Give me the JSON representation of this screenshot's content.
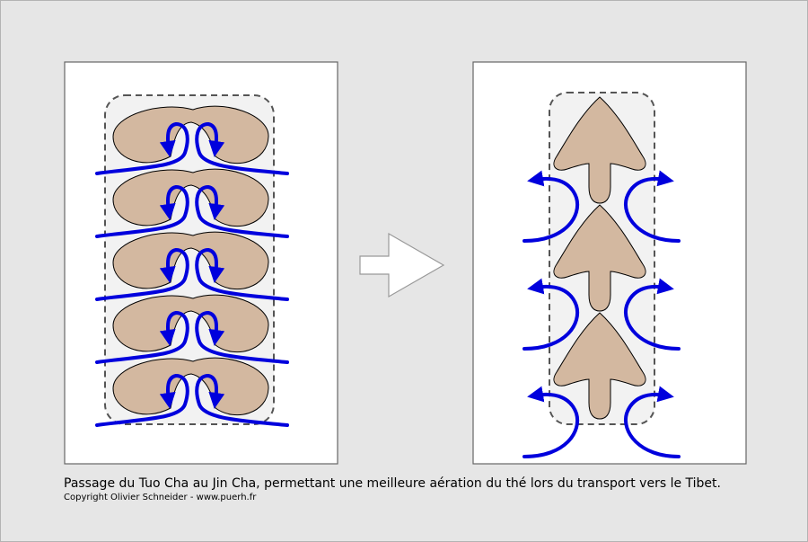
{
  "caption": "Passage du Tuo Cha au Jin Cha, permettant une meilleure aération du thé lors du transport vers le Tibet.",
  "copyright": "Copyright Olivier Schneider - www.puerh.fr",
  "colors": {
    "background": "#e6e6e6",
    "panel": "#ffffff",
    "tea": "#d3b8a0",
    "airflow": "#0000dd",
    "arrow_fill": "#ffffff",
    "arrow_stroke": "#999999"
  },
  "diagram": {
    "left_panel": {
      "shape": "tuo-cha",
      "count": 5
    },
    "right_panel": {
      "shape": "jin-cha",
      "count": 3
    }
  }
}
